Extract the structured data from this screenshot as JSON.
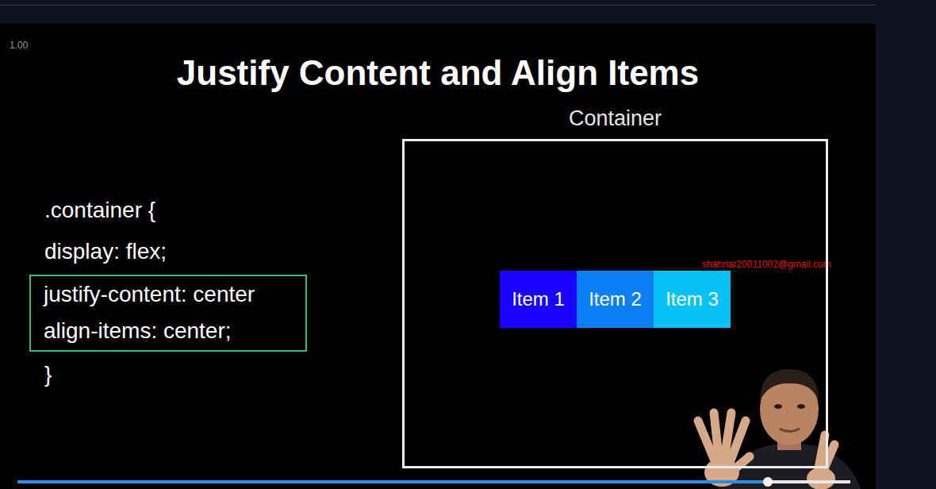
{
  "diagram": {
    "title": "Justify Content and Align Items",
    "nodes": [
      {
        "text": [
          "justify-content: center",
          "align-items: center;"
        ]
      },
      {
        "text": [
          "Container"
        ]
      },
      {
        "text": [
          "Item 1"
        ],
        "in": 1
      },
      {
        "text": [
          "Item 2"
        ],
        "in": 1
      },
      {
        "text": [
          "Item 3"
        ],
        "in": 1
      }
    ],
    "labels": [
      "1.00",
      ".container {",
      "display: flex;",
      "}",
      "shahriar20011002@gmail.com"
    ]
  }
}
